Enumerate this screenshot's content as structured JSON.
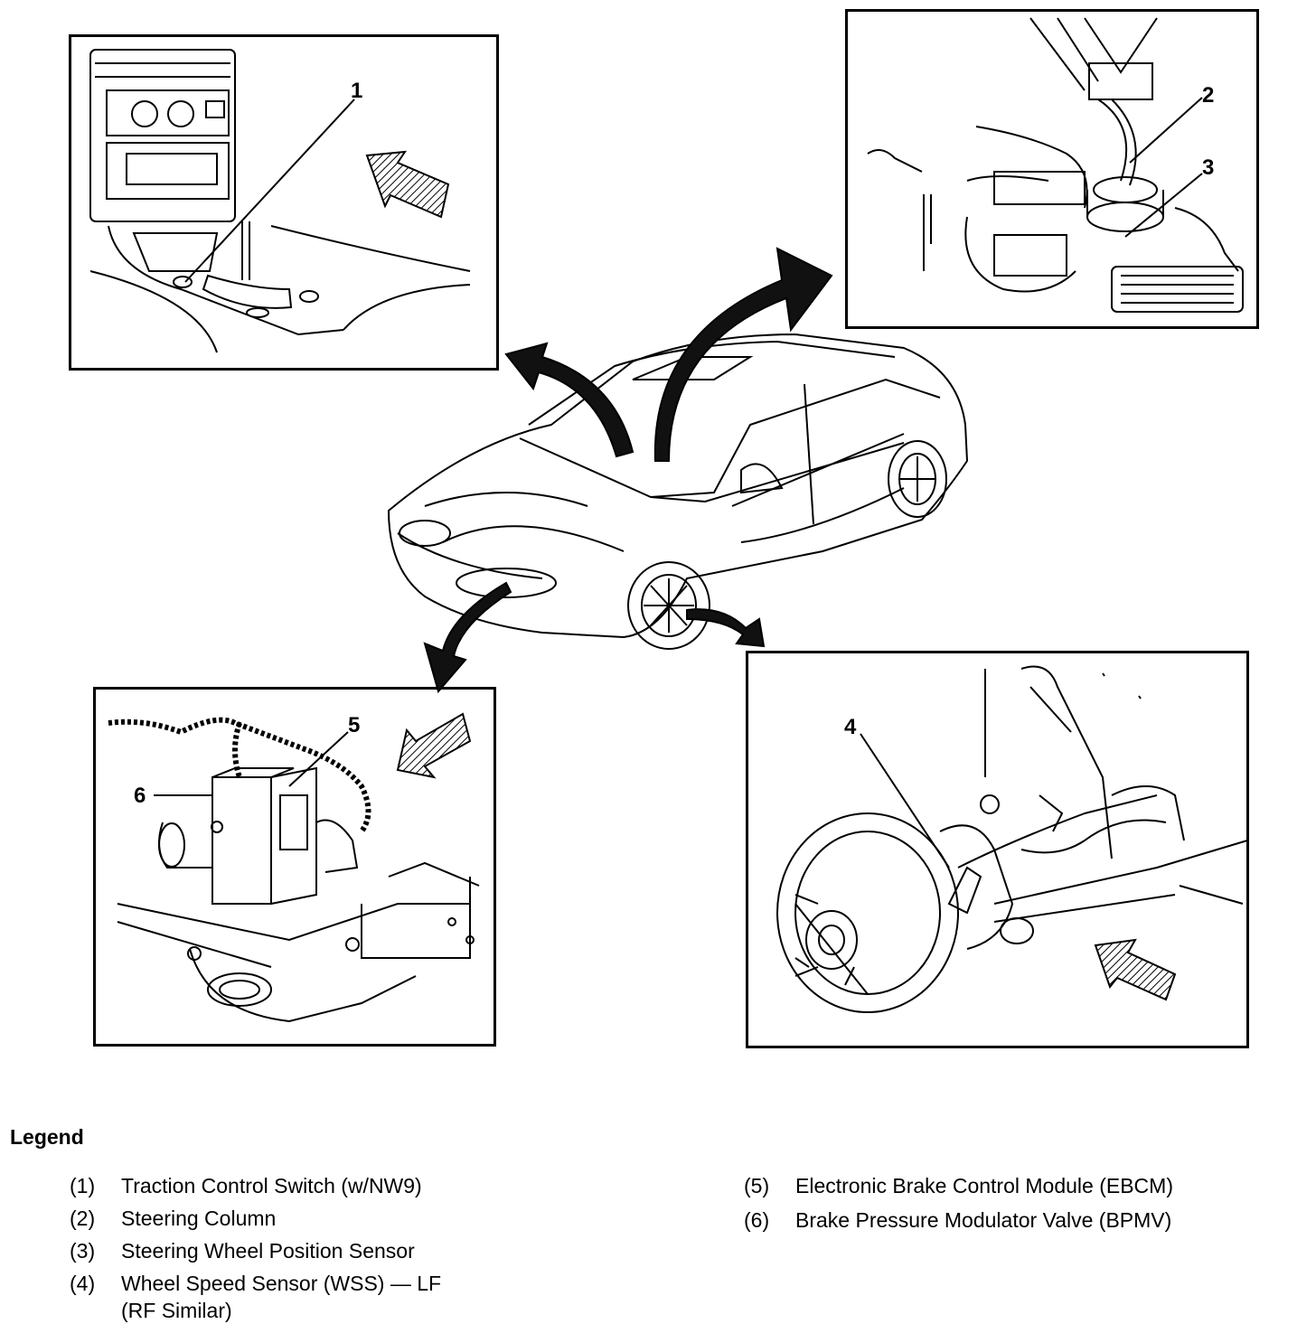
{
  "callouts": {
    "c1": "1",
    "c2": "2",
    "c3": "3",
    "c4": "4",
    "c5": "5",
    "c6": "6"
  },
  "legend": {
    "title": "Legend",
    "items": [
      {
        "num": "(1)",
        "text": "Traction Control Switch (w/NW9)",
        "sub": ""
      },
      {
        "num": "(2)",
        "text": "Steering Column",
        "sub": ""
      },
      {
        "num": "(3)",
        "text": "Steering Wheel Position Sensor",
        "sub": ""
      },
      {
        "num": "(4)",
        "text": "Wheel Speed Sensor (WSS) — LF",
        "sub": "(RF Similar)"
      },
      {
        "num": "(5)",
        "text": "Electronic Brake Control Module (EBCM)",
        "sub": ""
      },
      {
        "num": "(6)",
        "text": "Brake Pressure Modulator Valve (BPMV)",
        "sub": ""
      }
    ]
  }
}
